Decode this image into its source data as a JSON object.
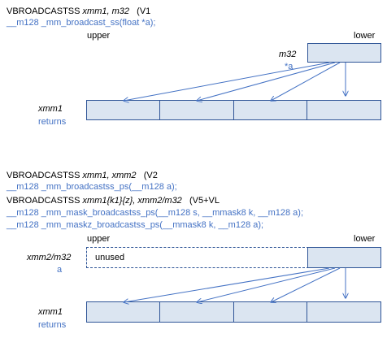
{
  "top": {
    "instr": "VBROADCASTSS ",
    "operands": "xmm1, m32",
    "ext": "(V1",
    "intrinsic": "__m128 _mm_broadcast_ss(float *a);",
    "upper": "upper",
    "lower": "lower",
    "src_name": "m32",
    "src_param": "*a",
    "dst_name": "xmm1",
    "dst_note": "returns"
  },
  "bottom": {
    "line1_instr": "VBROADCASTSS ",
    "line1_operands": "xmm1, xmm2",
    "line1_ext": "(V2",
    "line1_intrinsic": "__m128 _mm_broadcastss_ps(__m128 a);",
    "line2_instr": "VBROADCASTSS ",
    "line2_operands": "xmm1{k1}{z}, xmm2/m32",
    "line2_ext": "(V5+VL",
    "line2_intrinsic_a": "__m128 _mm_mask_broadcastss_ps(__m128 s, __mmask8 k, __m128 a);",
    "line2_intrinsic_b": "__m128 _mm_maskz_broadcastss_ps(__mmask8 k, __m128 a);",
    "upper": "upper",
    "lower": "lower",
    "src_name": "xmm2/m32",
    "src_param": "a",
    "unused": "unused",
    "dst_name": "xmm1",
    "dst_note": "returns"
  },
  "colors": {
    "cell_fill": "#dbe5f1",
    "cell_border": "#2f5597",
    "arrow": "#4472c4",
    "code_text": "#4472c4"
  }
}
